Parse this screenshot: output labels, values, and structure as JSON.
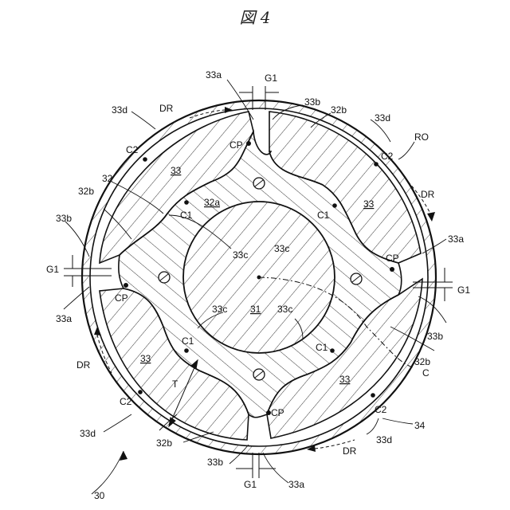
{
  "figure": {
    "title": "図 4"
  },
  "labels": {
    "rotor_core": "32",
    "shaft": "31",
    "magnet": "33",
    "stator_side": "34",
    "rotor_outer": "RO",
    "figure_ref": "30",
    "rotation_dir": "DR",
    "gap": "G1",
    "contact_point": "CP",
    "circle_c": "C",
    "c1": "C1",
    "c2": "C2",
    "thickness": "T",
    "m33a": "33a",
    "m33b": "33b",
    "m33c": "33c",
    "m33d": "33d",
    "m32a": "32a",
    "m32b": "32b"
  }
}
